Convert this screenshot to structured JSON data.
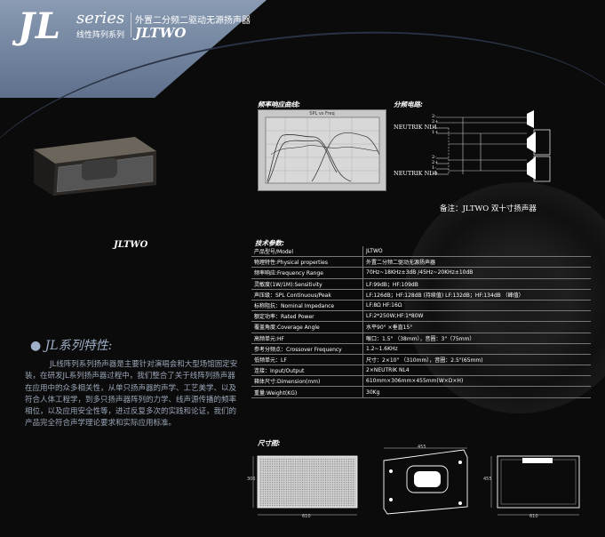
{
  "header": {
    "brand": "JL",
    "series_word": "series",
    "series_sub": "线性阵列系列",
    "product_title": "外置二分频二驱动无源扬声器",
    "model": "JLTWO"
  },
  "product_caption": "JLTWO",
  "features": {
    "bullet": "●",
    "title": "JL系列特性:",
    "body": "JL线阵列系列扬声器是主要针对演唱会和大型场馆固定安装，在研发JL系列扬声器过程中，我们整合了关于线阵列扬声器在应用中的众多相关性，从单只扬声器的声学、工艺美学、以及符合人体工程学，到多只扬声器阵列的力学、线声源传播的频率相位，以及应用安全性等，进过反复多次的实践和论证，我们的产品完全符合声学理论要求和实际应用标准。"
  },
  "frequency": {
    "label": "频率响应曲线:",
    "chart_title": "SPL vs Freq"
  },
  "wiring": {
    "label": "分频电路:",
    "connector_1": "NEUTRIK NL4",
    "connector_2": "NEUTRIK NL4",
    "note": "备注：JLTWO 双十寸扬声器",
    "pins": [
      "2-",
      "2+",
      "1-",
      "1+"
    ]
  },
  "specs": {
    "title": "技术参数:",
    "rows": [
      {
        "k": "产品型号/Model",
        "v": "JLTWO"
      },
      {
        "k": "物理特性:Physical properties",
        "v": "外置二分频二驱动无源扬声器"
      },
      {
        "k": "频率响应:Frequency Range",
        "v": "70Hz~18KHz±3dB /45Hz~20KHz±10dB"
      },
      {
        "k": "灵敏度(1W/1M):Sensitivity",
        "v": "LF:99dB；HF:109dB"
      },
      {
        "k": "声压级：SPL Continuous/Peak",
        "v": "LF:126dB；HF:128dB (持续值)        LF:132dB；HF:134dB （峰值）"
      },
      {
        "k": "标称阻抗：Nominal Impedance",
        "v": "LF:8Ω  HF:16Ω"
      },
      {
        "k": "额定功率：Rated Power",
        "v": "LF:2*250W;HF:1*80W"
      },
      {
        "k": "覆盖角度:Coverage  Angle",
        "v": "水平90°  ×垂直15°"
      },
      {
        "k": "高频单元:HF",
        "v": "喉口：1.5\" （38mm），音圈：3\"（75mm）"
      },
      {
        "k": "参考分频点：Crossover Frequency",
        "v": "1.2~1.6KHz"
      },
      {
        "k": "低频单元：LF",
        "v": "尺寸：2×10\" （310mm），音圈：2.5\"(65mm)"
      },
      {
        "k": "连接：Input/Output",
        "v": "2×NEUTRIK NL4"
      },
      {
        "k": "箱体尺寸:Dimension(mm)",
        "v": "610mm×306mm×455mm(W×D×H)"
      },
      {
        "k": "重量:Weight(KG)",
        "v": "30Kg"
      }
    ]
  },
  "dimensions": {
    "label": "尺寸图:",
    "front_width": "610",
    "front_height": "306",
    "side_depth": "455",
    "back_width": "610",
    "back_height": "455"
  }
}
